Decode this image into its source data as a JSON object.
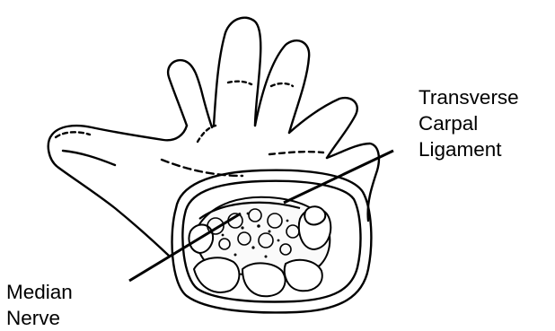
{
  "labels": {
    "ligament": {
      "lines": [
        "Transverse",
        "Carpal",
        "Ligament"
      ]
    },
    "nerve": {
      "lines": [
        "Median",
        "Nerve"
      ]
    }
  },
  "colors": {
    "ink": "#000000",
    "background": "#ffffff"
  }
}
